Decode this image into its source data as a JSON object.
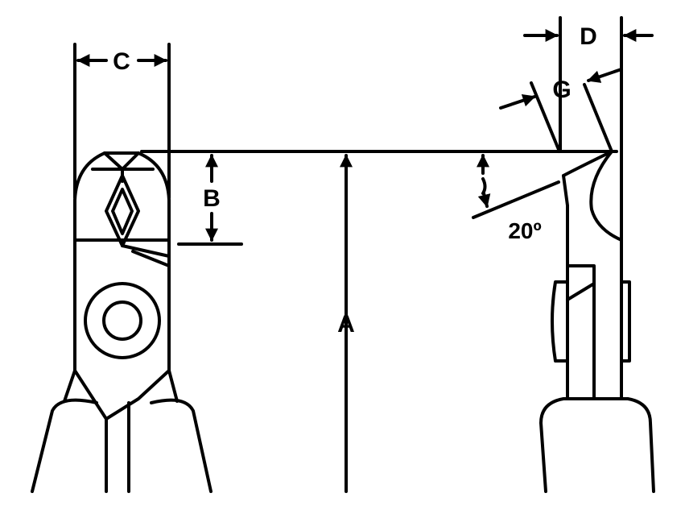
{
  "labels": {
    "a": "A",
    "b": "B",
    "c": "C",
    "d": "D",
    "g": "G",
    "angle": "20º"
  },
  "colors": {
    "line": "#000000",
    "background": "#ffffff"
  }
}
